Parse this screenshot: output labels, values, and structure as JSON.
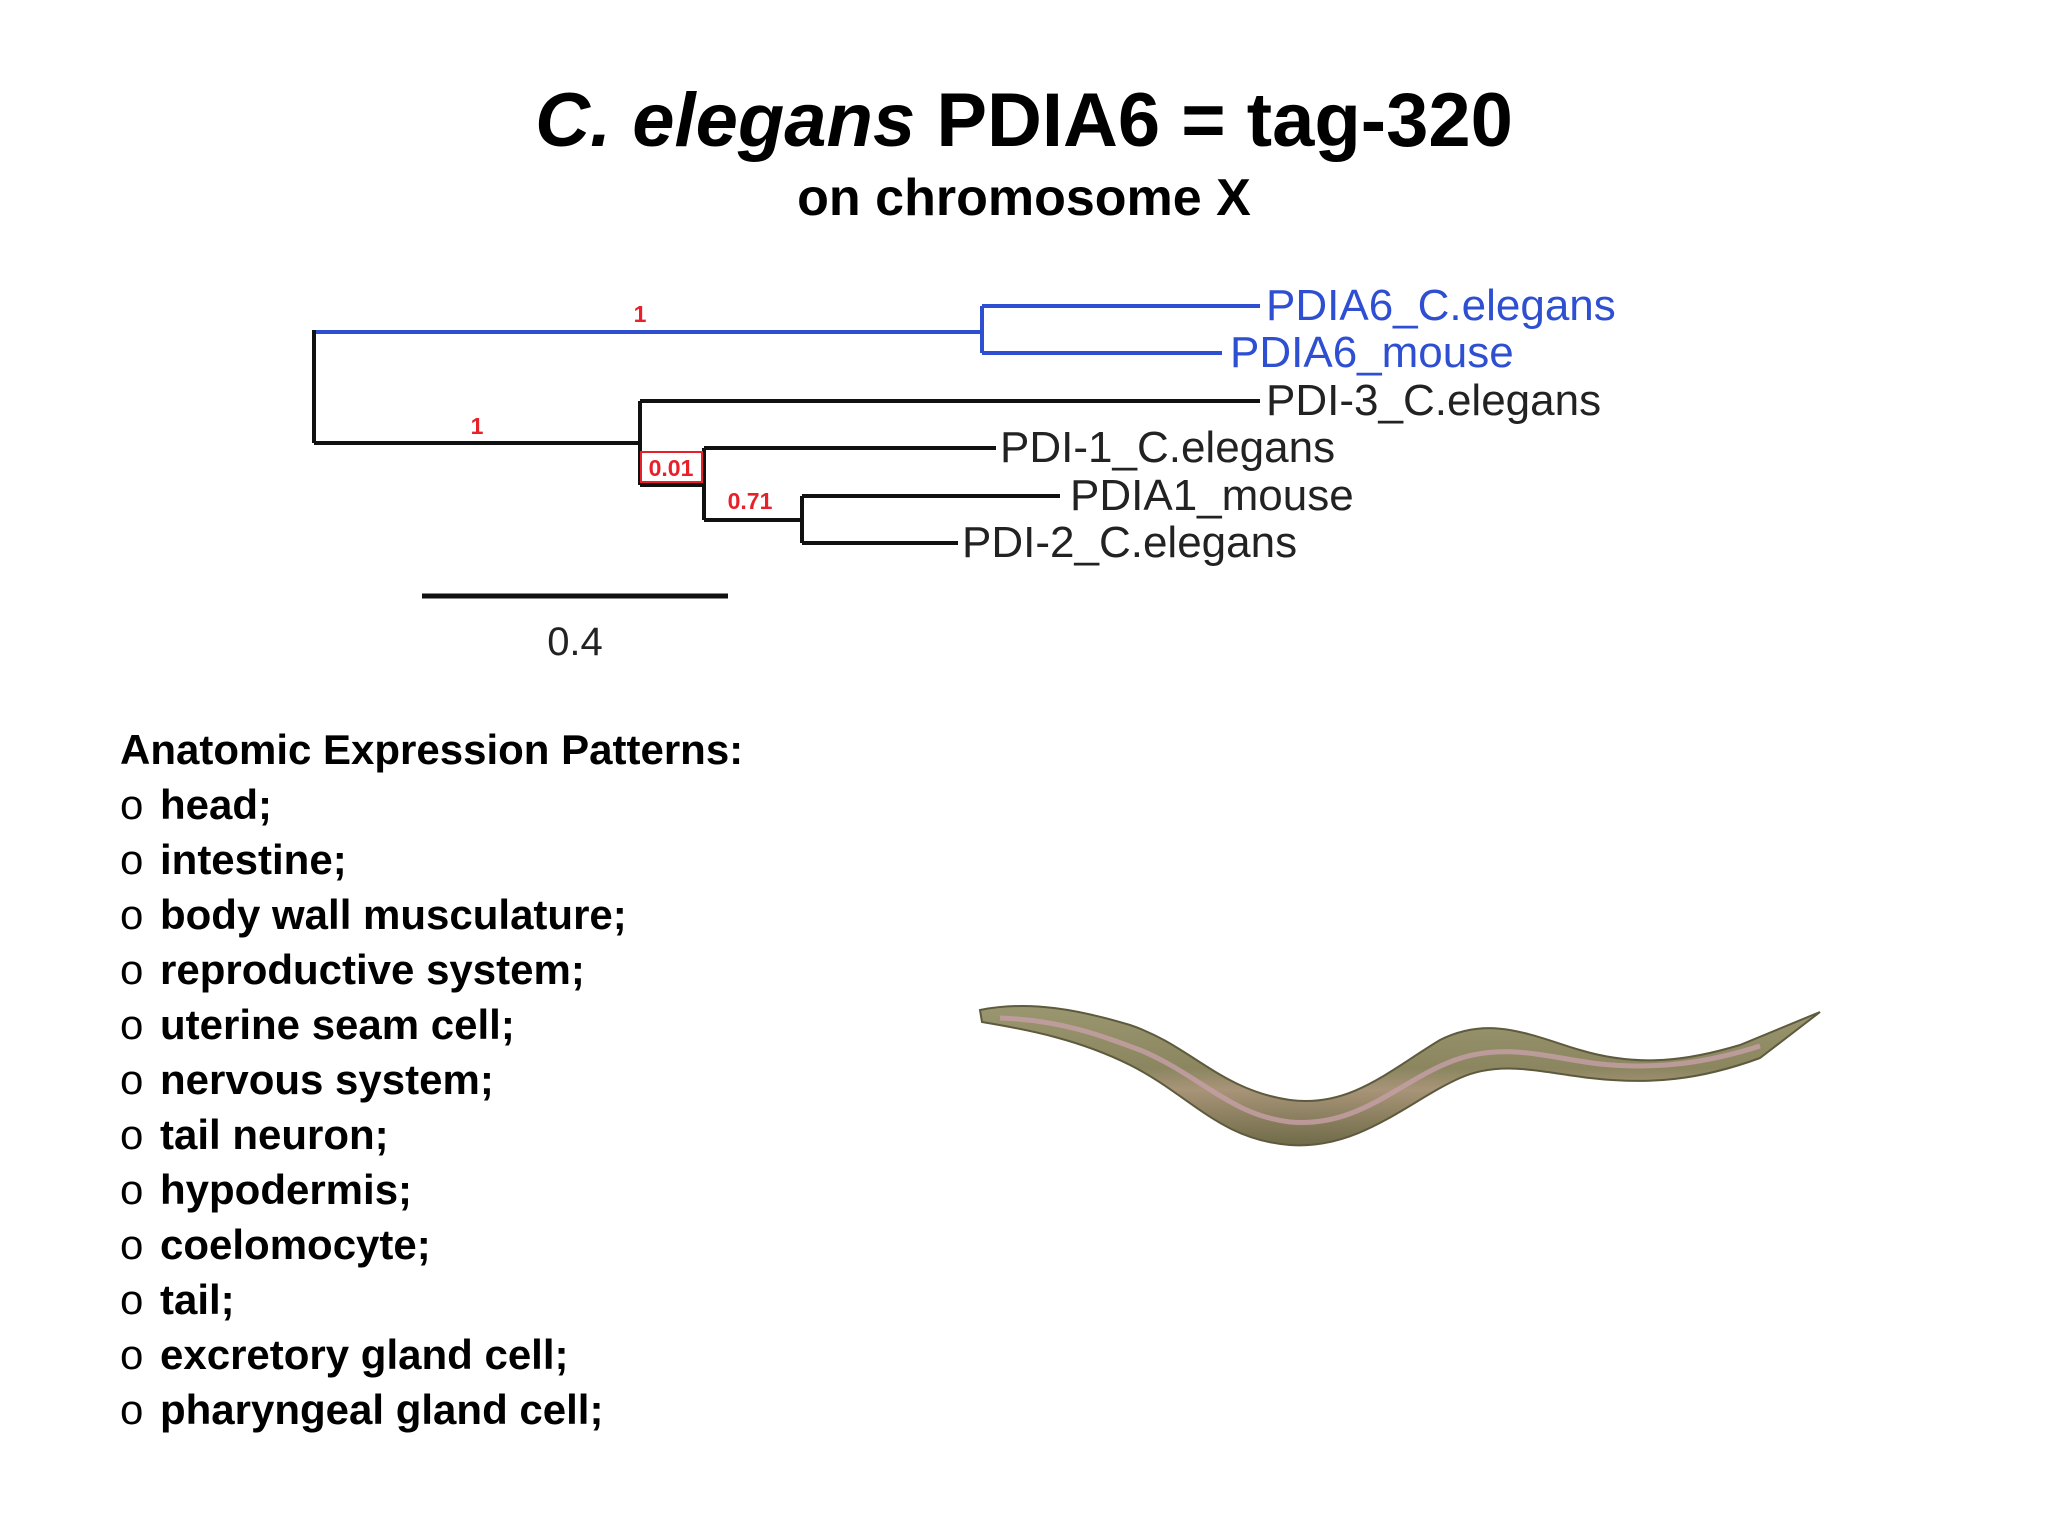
{
  "title": {
    "italic": "C. elegans",
    "rest": " PDIA6 = tag-320",
    "subtitle": "on chromosome X"
  },
  "tree": {
    "leaves": [
      {
        "label": "PDIA6_C.elegans",
        "color": "#2e4fd1"
      },
      {
        "label": "PDIA6_mouse",
        "color": "#2e4fd1"
      },
      {
        "label": "PDI-3_C.elegans",
        "color": "#222222"
      },
      {
        "label": "PDI-1_C.elegans",
        "color": "#222222"
      },
      {
        "label": "PDIA1_mouse",
        "color": "#222222"
      },
      {
        "label": "PDI-2_C.elegans",
        "color": "#222222"
      }
    ],
    "supports": [
      "1",
      "1",
      "0.01",
      "0.71"
    ],
    "scale_bar": "0.4",
    "highlight_color": "#2e4fd1",
    "support_color": "#e8202a"
  },
  "expression": {
    "heading": "Anatomic Expression Patterns:",
    "bullet": "o",
    "items": [
      "head;",
      "intestine;",
      "body wall musculature;",
      "reproductive system;",
      "uterine seam cell;",
      "nervous system;",
      "tail neuron;",
      "hypodermis;",
      "coelomocyte;",
      "tail;",
      "excretory gland cell;",
      "pharyngeal gland cell;"
    ]
  },
  "illustration": "c-elegans-worm"
}
